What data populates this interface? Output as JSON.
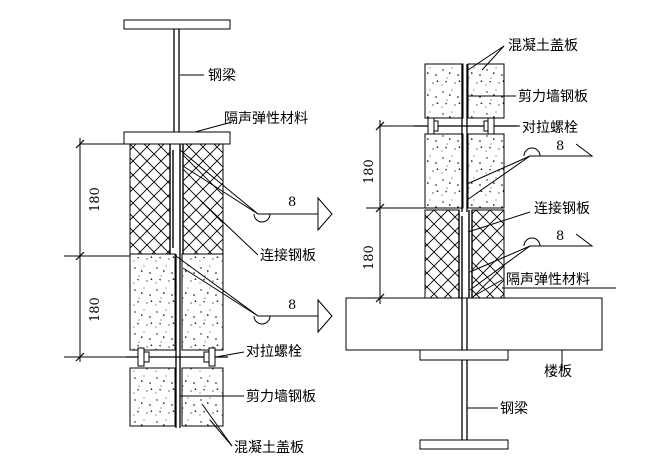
{
  "left_detail": {
    "labels": {
      "steel_beam": "钢梁",
      "sound_insulation": "隔声弹性材料",
      "connecting_plate": "连接钢板",
      "tie_bolt": "对拉螺栓",
      "shear_wall_plate": "剪力墙钢板",
      "concrete_cover": "混凝土盖板"
    },
    "dimensions": {
      "upper": "180",
      "lower": "180"
    },
    "weld_symbols": [
      "8",
      "8"
    ]
  },
  "right_detail": {
    "labels": {
      "concrete_cover": "混凝土盖板",
      "shear_wall_plate": "剪力墙钢板",
      "tie_bolt": "对拉螺栓",
      "connecting_plate": "连接钢板",
      "sound_insulation": "隔声弹性材料",
      "floor_slab": "楼板",
      "steel_beam": "钢梁"
    },
    "dimensions": {
      "upper": "180",
      "lower": "180"
    },
    "weld_symbols": [
      "8",
      "8"
    ]
  }
}
